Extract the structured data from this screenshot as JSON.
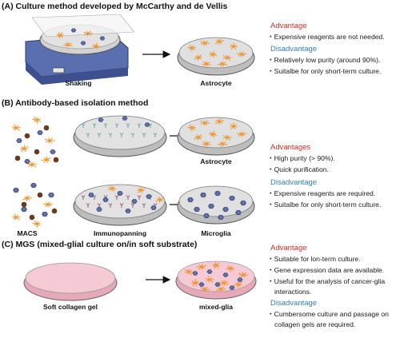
{
  "sections": [
    {
      "heading": "(A) Culture method developed by McCarthy and de Vellis",
      "captions": [
        "Shaking",
        "Astrocyte"
      ],
      "advantage_title": "Advantage",
      "advantages": [
        "Expensive reagents are not needed."
      ],
      "disadvantage_title": "Disadvantage",
      "disadvantages": [
        "Relatively low purity (around 90%).",
        "Suitalbe for only short-term culture."
      ]
    },
    {
      "heading": "(B) Antibody-based isolation method",
      "captions": [
        "MACS",
        "Immunopanning",
        "Astrocyte",
        "Microglia"
      ],
      "advantage_title": "Advantages",
      "advantages": [
        "High purity (> 90%).",
        "Quick purification."
      ],
      "disadvantage_title": "Disadvantage",
      "disadvantages": [
        "Expensive reagents are required.",
        "Suitalbe for only short-term culture."
      ]
    },
    {
      "heading": "(C) MGS (mixed-glial culture on/in soft substrate)",
      "captions": [
        "Soft collagen gel",
        "mixed-glia"
      ],
      "advantage_title": "Advantage",
      "advantages": [
        "Suitable for lon-term culture.",
        "Gene expression data are available.",
        "Useful for the analysis of cancer-glia",
        "interactions."
      ],
      "disadvantage_title": "Disadvantage",
      "disadvantages": [
        "Cumbersome culture and passage on",
        "collagen gels are required."
      ]
    }
  ],
  "colors": {
    "advantage": "#d0302a",
    "disadvantage": "#2e7fc0",
    "astrocyte": "#f0922a",
    "microglia": "#4a5a8c",
    "dish": "#c9c9c9",
    "gel": "#f4c4cf",
    "shaker": "#5a6fb0"
  }
}
